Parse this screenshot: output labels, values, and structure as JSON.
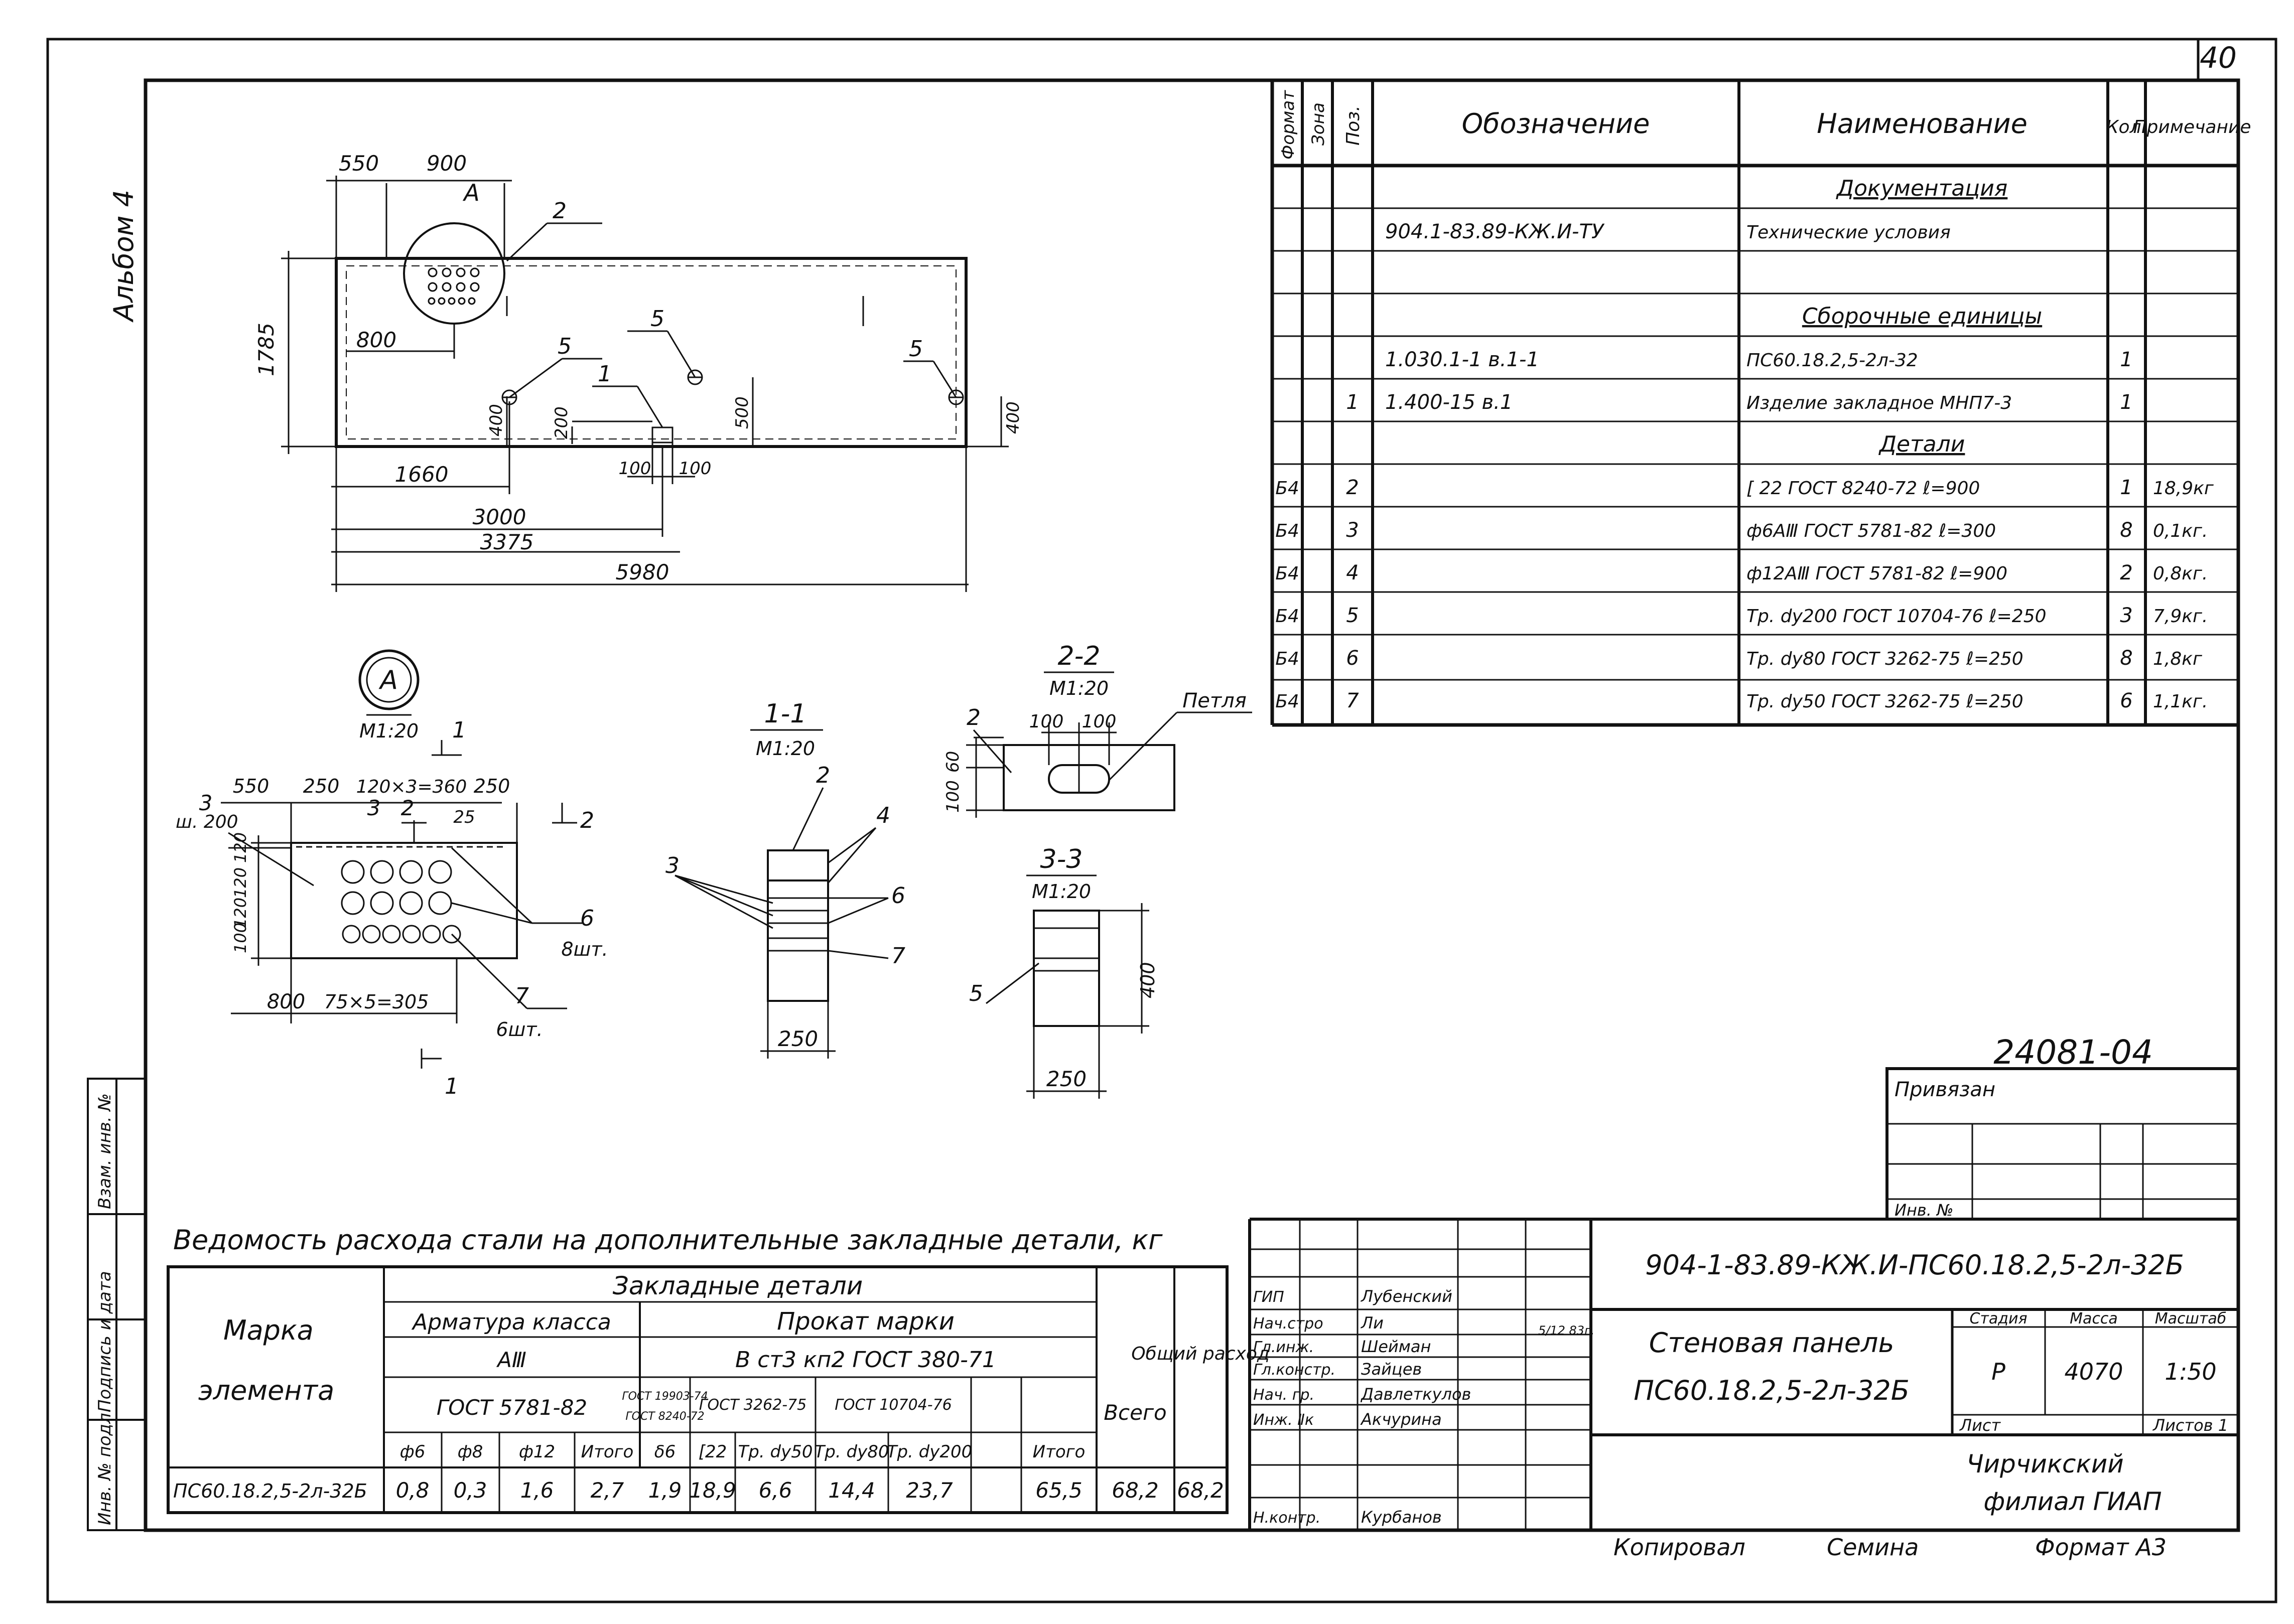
{
  "sheet": {
    "page_number": "40",
    "album": "Альбом 4",
    "doc_number": "24081-04",
    "bottom_labels": {
      "copied": "Копировал",
      "name": "Семина",
      "format": "Формат А3"
    }
  },
  "side_stamp": {
    "inv_orig": "Инв. № подл.",
    "sign_date": "Подпись и дата",
    "vzam_inv": "Взам. инв. №"
  },
  "plan_drawing": {
    "dims_top": [
      "550",
      "900"
    ],
    "callout_a": "A",
    "height": "1785",
    "dim_800": "800",
    "dims_bottom": [
      "1660",
      "3000",
      "3375",
      "5980"
    ],
    "small_dims": [
      "400",
      "200",
      "500",
      "400",
      "100",
      "100"
    ],
    "positions": [
      "2",
      "5",
      "5",
      "5",
      "1"
    ]
  },
  "detail_a": {
    "label": "A",
    "scale": "М1:20",
    "dims_top": [
      "550",
      "250",
      "120×3=360",
      "250"
    ],
    "thickness": "ш. 200",
    "dims_left": [
      "120",
      "120",
      "120",
      "100"
    ],
    "dims_bottom": [
      "800",
      "75×5=305"
    ],
    "labels": [
      "3",
      "3",
      "2",
      "25",
      "6",
      "8шт.",
      "7",
      "6шт."
    ],
    "cut_marks": [
      "1",
      "1",
      "2"
    ]
  },
  "section_1_1": {
    "title": "1-1",
    "scale": "М1:20",
    "width": "250",
    "labels": [
      "2",
      "3",
      "4",
      "6",
      "7"
    ]
  },
  "section_2_2": {
    "title": "2-2",
    "scale": "М1:20",
    "dims": [
      "100",
      "100",
      "100",
      "60"
    ],
    "labels": [
      "2",
      "Петля"
    ]
  },
  "section_3_3": {
    "title": "3-3",
    "scale": "М1:20",
    "height": "400",
    "width": "250",
    "label": "5"
  },
  "spec_table": {
    "headers": {
      "format": "Формат",
      "zone": "Зона",
      "pos": "Поз.",
      "designation": "Обозначение",
      "name": "Наименование",
      "qty": "Кол.",
      "note": "Примечание"
    },
    "rows": [
      {
        "format": "",
        "pos": "",
        "designation": "",
        "name": "Документация",
        "qty": "",
        "note": "",
        "section": true
      },
      {
        "format": "",
        "pos": "",
        "designation": "904.1-83.89-КЖ.И-ТУ",
        "name": "Технические условия",
        "qty": "",
        "note": ""
      },
      {
        "format": "",
        "pos": "",
        "designation": "",
        "name": "",
        "qty": "",
        "note": ""
      },
      {
        "format": "",
        "pos": "",
        "designation": "",
        "name": "Сборочные единицы",
        "qty": "",
        "note": "",
        "section": true
      },
      {
        "format": "",
        "pos": "",
        "designation": "1.030.1-1 в.1-1",
        "name": "ПС60.18.2,5-2л-32",
        "qty": "1",
        "note": ""
      },
      {
        "format": "",
        "pos": "1",
        "designation": "1.400-15 в.1",
        "name": "Изделие закладное МНП7-3",
        "qty": "1",
        "note": ""
      },
      {
        "format": "",
        "pos": "",
        "designation": "",
        "name": "Детали",
        "qty": "",
        "note": "",
        "section": true
      },
      {
        "format": "Б4",
        "pos": "2",
        "designation": "",
        "name": "[ 22 ГОСТ 8240-72  ℓ=900",
        "qty": "1",
        "note": "18,9кг"
      },
      {
        "format": "Б4",
        "pos": "3",
        "designation": "",
        "name": "ф6АⅢ ГОСТ 5781-82  ℓ=300",
        "qty": "8",
        "note": "0,1кг."
      },
      {
        "format": "Б4",
        "pos": "4",
        "designation": "",
        "name": "ф12АⅢ ГОСТ 5781-82  ℓ=900",
        "qty": "2",
        "note": "0,8кг."
      },
      {
        "format": "Б4",
        "pos": "5",
        "designation": "",
        "name": "Тр. dy200 ГОСТ 10704-76 ℓ=250",
        "qty": "3",
        "note": "7,9кг."
      },
      {
        "format": "Б4",
        "pos": "6",
        "designation": "",
        "name": "Тр. dy80 ГОСТ 3262-75 ℓ=250",
        "qty": "8",
        "note": "1,8кг"
      },
      {
        "format": "Б4",
        "pos": "7",
        "designation": "",
        "name": "Тр. dy50 ГОСТ 3262-75 ℓ=250",
        "qty": "6",
        "note": "1,1кг."
      }
    ]
  },
  "privyazan": {
    "title": "Привязан",
    "inv": "Инв. №"
  },
  "steel_table": {
    "title": "Ведомость расхода стали на дополнительные закладные детали, кг",
    "h_marka": "Марка",
    "h_elementa": "элемента",
    "h_zakl": "Закладные детали",
    "h_armatura": "Арматура класса",
    "h_prokat": "Прокат марки",
    "h_a3": "АⅢ",
    "h_vst": "В ст3 кп2 ГОСТ 380-71",
    "h_gost5781": "ГОСТ 5781-82",
    "h_gost_a": "ГОСТ 19903-74",
    "h_gost_b": "ГОСТ 8240-72",
    "h_gost3262": "ГОСТ 3262-75",
    "h_gost10704": "ГОСТ 10704-76",
    "h_vsego": "Всего",
    "h_obshiy": "Общий расход",
    "sub": [
      "ф6",
      "ф8",
      "ф12",
      "Итого",
      "δ6",
      "[22",
      "Тр. dy50",
      "Тр. dy80",
      "Тр. dy200",
      "",
      "Итого"
    ],
    "row": {
      "marka": "ПС60.18.2,5-2л-32Б",
      "values": [
        "0,8",
        "0,3",
        "1,6",
        "2,7",
        "1,9",
        "18,9",
        "6,6",
        "14,4",
        "23,7",
        "",
        "65,5"
      ],
      "vsego": "68,2",
      "total": "68,2"
    }
  },
  "title_block": {
    "doc_code": "904-1-83.89-КЖ.И-ПС60.18.2,5-2л-32Б",
    "roles": [
      "ГИП",
      "Нач.стро",
      "Гл.инж.",
      "Гл.констр.",
      "Нач. гр.",
      "Инж. Ⅱк",
      "Н.контр."
    ],
    "names": [
      "Лубенский",
      "Ли",
      "Шейман",
      "Зайцев",
      "Давлеткулов",
      "Акчурина",
      "Курбанов"
    ],
    "date": "5/12 83г.",
    "title_line1": "Стеновая панель",
    "title_line2": "ПС60.18.2,5-2л-32Б",
    "h_stage": "Стадия",
    "h_mass": "Масса",
    "h_scale": "Масштаб",
    "stage": "Р",
    "mass": "4070",
    "scale": "1:50",
    "sheet_label": "Лист",
    "sheets_label": "Листов 1",
    "org_line1": "Чирчикский",
    "org_line2": "филиал ГИАП"
  }
}
